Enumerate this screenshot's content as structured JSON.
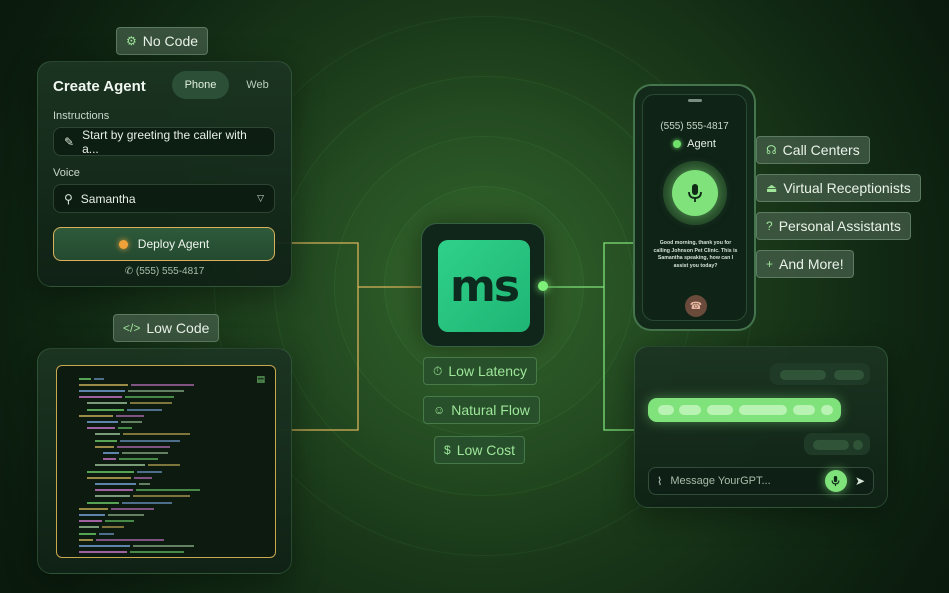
{
  "chips": {
    "no_code": "No Code",
    "low_code": "Low Code",
    "low_latency": "Low Latency",
    "natural_flow": "Natural Flow",
    "low_cost": "Low Cost",
    "call_centers": "Call Centers",
    "virtual_receptionists": "Virtual Receptionists",
    "personal_assistants": "Personal Assistants",
    "and_more": "And More!"
  },
  "agent_card": {
    "title": "Create Agent",
    "tabs": [
      "Phone",
      "Web"
    ],
    "active_tab": "Phone",
    "instructions_label": "Instructions",
    "instructions_value": "Start by greeting the caller with a...",
    "voice_label": "Voice",
    "voice_value": "Samantha",
    "deploy_label": "Deploy Agent",
    "phone_number": "(555) 555-4817"
  },
  "logo": {
    "text": "ms"
  },
  "phone": {
    "number": "(555) 555-4817",
    "agent_label": "Agent",
    "greeting": "Good morning, thank you for calling Johnson Pet Clinic. This is Samantha speaking, how can I assist you today?"
  },
  "chat": {
    "placeholder": "Message YourGPT..."
  },
  "colors": {
    "accent_green": "#7fe27a",
    "gold_line": "#d8b25a",
    "logo_green": "#2fd18a"
  }
}
